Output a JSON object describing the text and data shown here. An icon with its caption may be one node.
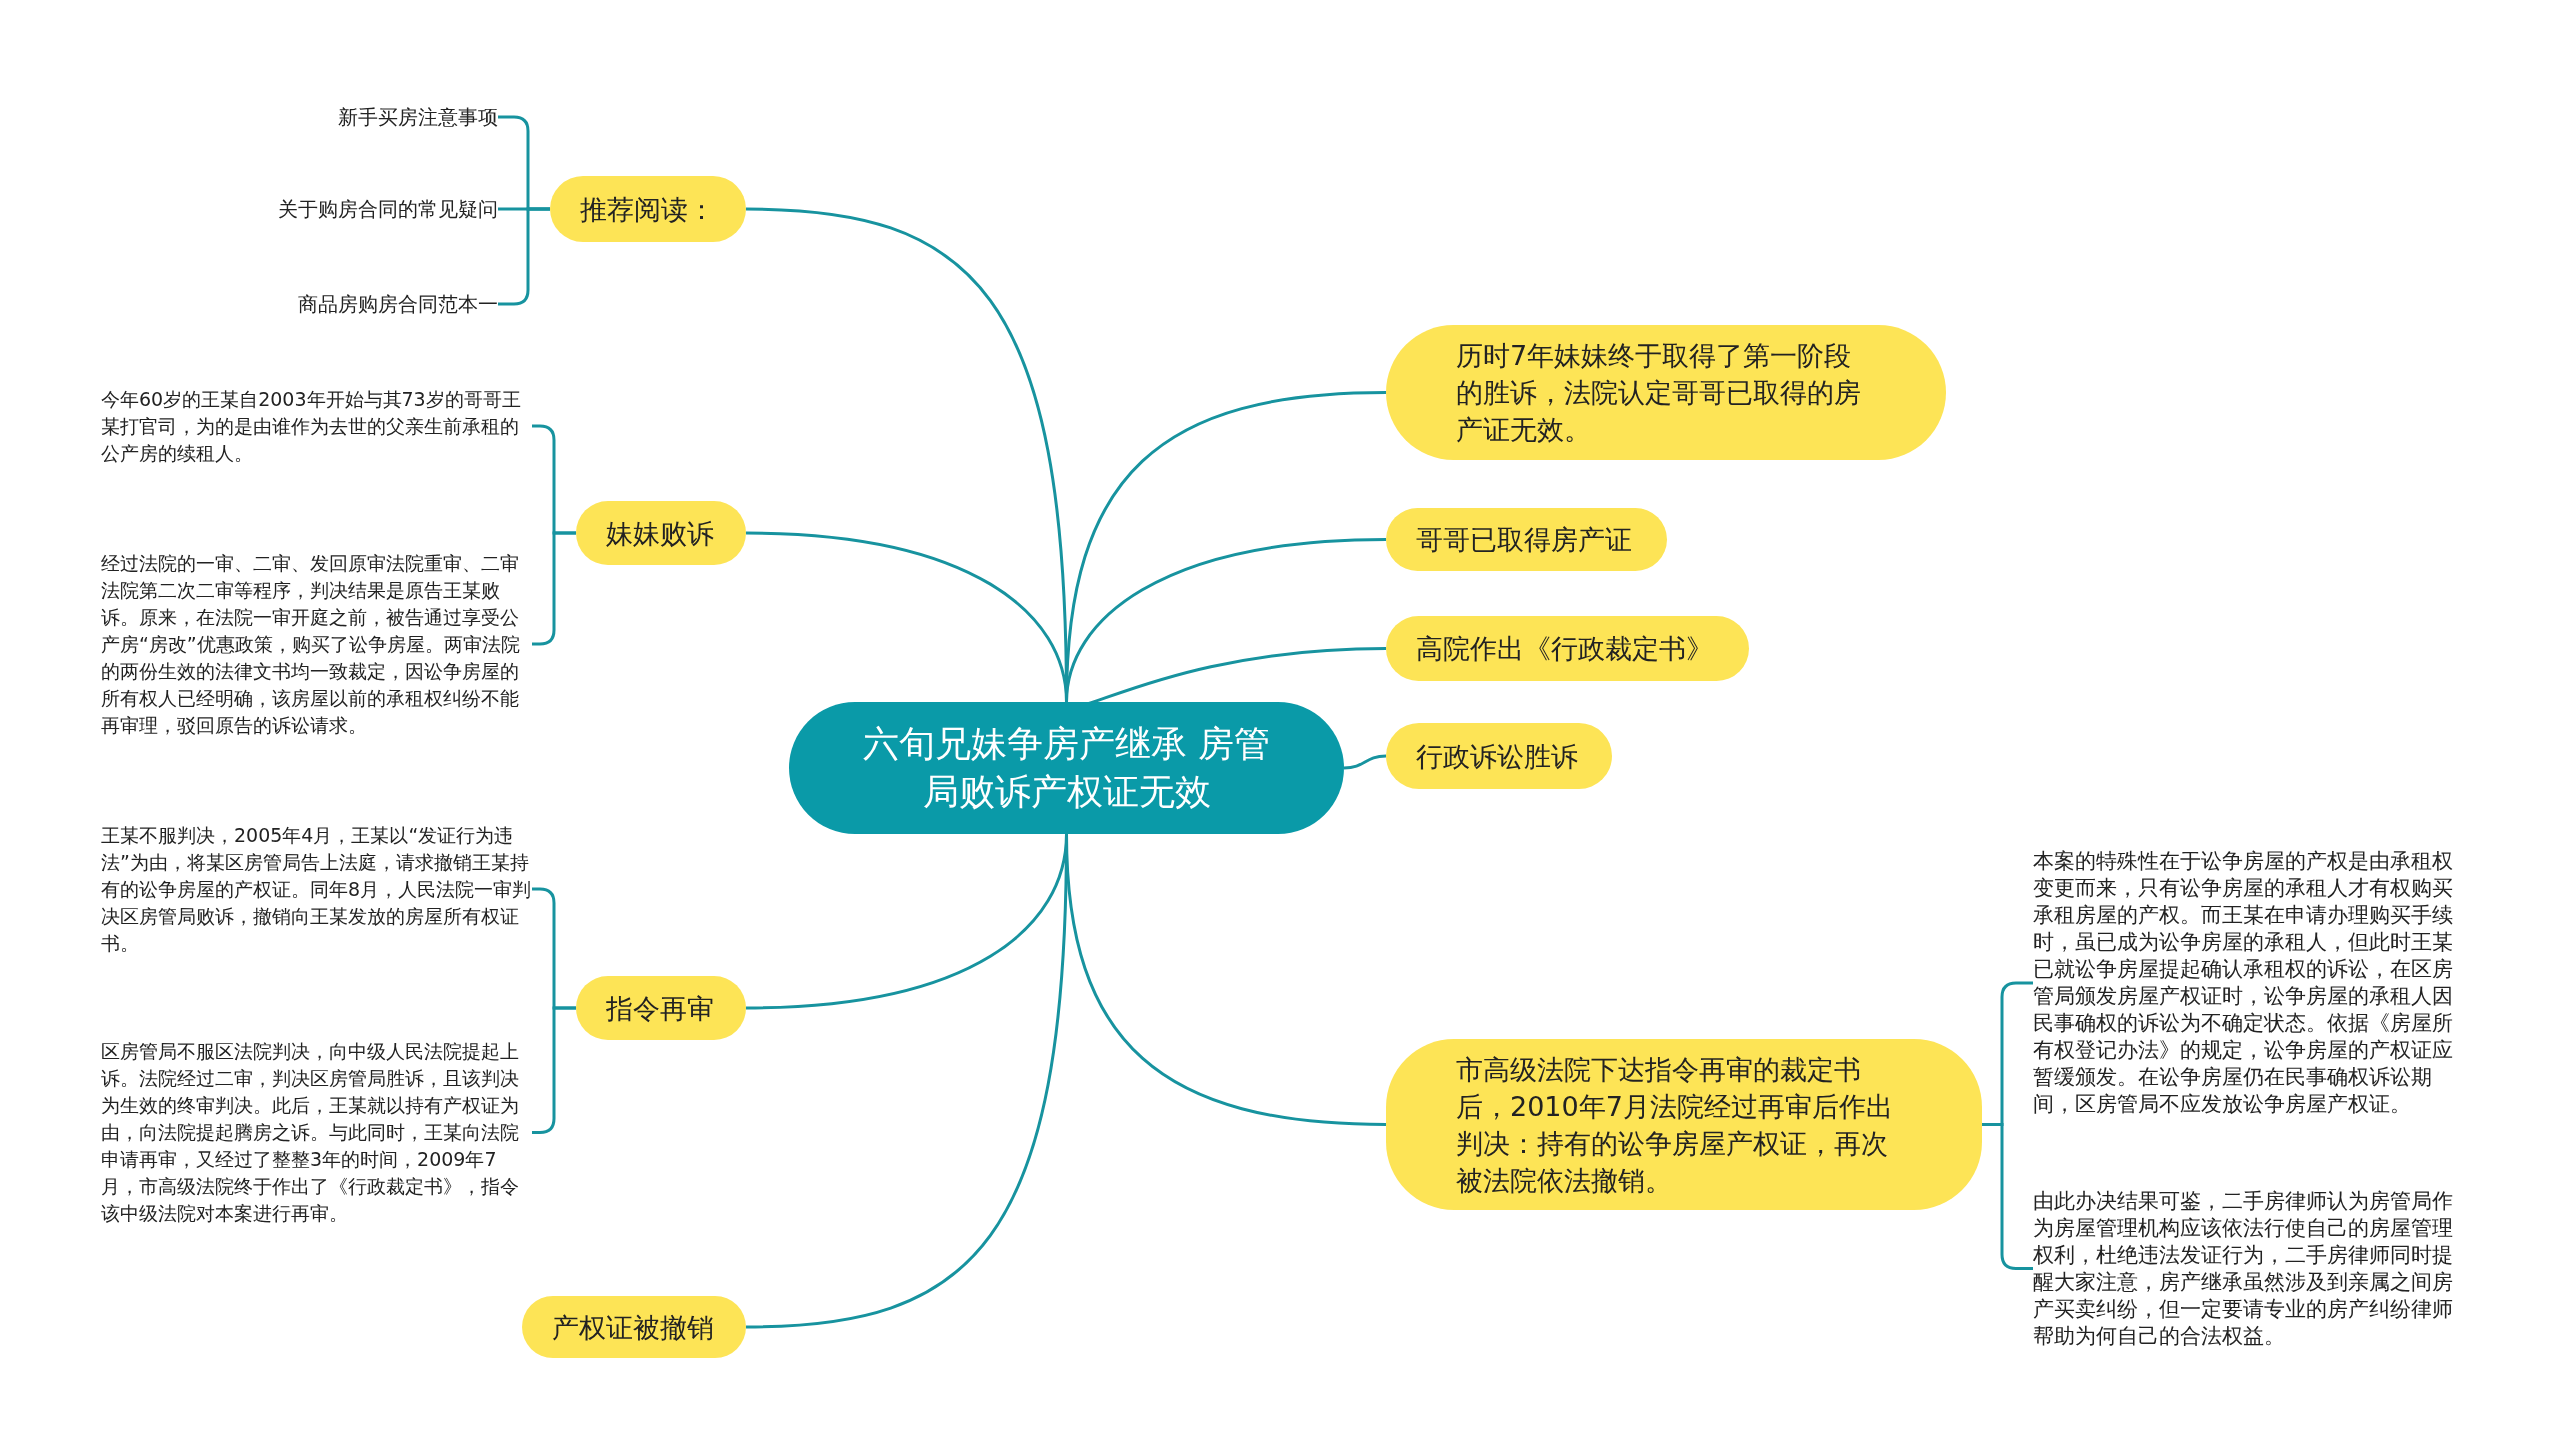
{
  "diagram": {
    "nodes": [
      {
        "text": [
          "六旬兄妹争房产继承 房管局败诉产权证无效"
        ]
      },
      {
        "text": [
          "推荐阅读："
        ]
      },
      {
        "text": [
          "新手买房注意事项"
        ]
      },
      {
        "text": [
          "关于购房合同的常见疑问"
        ]
      },
      {
        "text": [
          "商品房购房合同范本一"
        ]
      },
      {
        "text": [
          "妹妹败诉"
        ]
      },
      {
        "text": [
          "今年60岁的王某自2003年开始与其73岁的哥哥王某打官司，为的是由谁作为去世的父亲生前承租的公产房的续租人。"
        ]
      },
      {
        "text": [
          "经过法院的一审、二审、发回原审法院重审、二审法院第二次二审等程序，判决结果是原告王某败诉。原来，在法院一审开庭之前，被告通过享受公产房“房改”优惠政策，购买了讼争房屋。两审法院的两份生效的法律文书均一致裁定，因讼争房屋的所有权人已经明确，该房屋以前的承租权纠纷不能再审理，驳回原告的诉讼请求。"
        ]
      },
      {
        "text": [
          "指令再审"
        ]
      },
      {
        "text": [
          "王某不服判决，2005年4月，王某以“发证行为违法”为由，将某区房管局告上法庭，请求撤销王某持有的讼争房屋的产权证。同年8月，人民法院一审判决区房管局败诉，撤销向王某发放的房屋所有权证书。"
        ]
      },
      {
        "text": [
          "区房管局不服区法院判决，向中级人民法院提起上诉。法院经过二审，判决区房管局胜诉，且该判决为生效的终审判决。此后，王某就以持有产权证为由，向法院提起腾房之诉。与此同时，王某向法院申请再审，又经过了整整3年的时间，2009年7月，市高级法院终于作出了《行政裁定书》，指令该中级法院对本案进行再审。"
        ]
      },
      {
        "text": [
          "产权证被撤销"
        ]
      },
      {
        "text": [
          "历时7年妹妹终于取得了第一阶段的胜诉，法院认定哥哥已取得的房产证无效。"
        ]
      },
      {
        "text": [
          "哥哥已取得房产证"
        ]
      },
      {
        "text": [
          "高院作出《行政裁定书》"
        ]
      },
      {
        "text": [
          "行政诉讼胜诉"
        ]
      },
      {
        "text": [
          "市高级法院下达指令再审的裁定书后，2010年7月法院经过再审后作出判决：持有的讼争房屋产权证，再次被法院依法撤销。"
        ]
      },
      {
        "text": [
          "本案的特殊性在于讼争房屋的产权是由承租权变更而来，只有讼争房屋的承租人才有权购买承租房屋的产权。而王某在申请办理购买手续时，虽已成为讼争房屋的承租人，但此时王某已就讼争房屋提起确认承租权的诉讼，在区房管局颁发房屋产权证时，讼争房屋的承租人因民事确权的诉讼为不确定状态。依据《房屋所有权登记办法》的规定，讼争房屋的产权证应暂缓颁发。在讼争房屋仍在民事确权诉讼期间，区房管局不应发放讼争房屋产权证。"
        ]
      },
      {
        "text": [
          "由此办决结果可鉴，二手房律师认为房管局作为房屋管理机构应该依法行使自己的房屋管理权利，杜绝违法发证行为，二手房律师同时提醒大家注意，房产继承虽然涉及到亲属之间房产买卖纠纷，但一定要请专业的房产纠纷律师帮助为何自己的合法权益。"
        ]
      }
    ],
    "edges": [
      {
        "from": 0,
        "to": 1,
        "arrow": "none"
      },
      {
        "from": 1,
        "to": 2,
        "arrow": "none"
      },
      {
        "from": 1,
        "to": 3,
        "arrow": "none"
      },
      {
        "from": 1,
        "to": 4,
        "arrow": "none"
      },
      {
        "from": 0,
        "to": 5,
        "arrow": "none"
      },
      {
        "from": 5,
        "to": 6,
        "arrow": "none"
      },
      {
        "from": 5,
        "to": 7,
        "arrow": "none"
      },
      {
        "from": 0,
        "to": 8,
        "arrow": "none"
      },
      {
        "from": 8,
        "to": 9,
        "arrow": "none"
      },
      {
        "from": 8,
        "to": 10,
        "arrow": "none"
      },
      {
        "from": 0,
        "to": 11,
        "arrow": "none"
      },
      {
        "from": 0,
        "to": 12,
        "arrow": "none"
      },
      {
        "from": 0,
        "to": 13,
        "arrow": "none"
      },
      {
        "from": 0,
        "to": 14,
        "arrow": "none"
      },
      {
        "from": 0,
        "to": 15,
        "arrow": "none"
      },
      {
        "from": 0,
        "to": 16,
        "arrow": "none"
      },
      {
        "from": 16,
        "to": 17,
        "arrow": "none"
      },
      {
        "from": 16,
        "to": 18,
        "arrow": "none"
      }
    ]
  }
}
